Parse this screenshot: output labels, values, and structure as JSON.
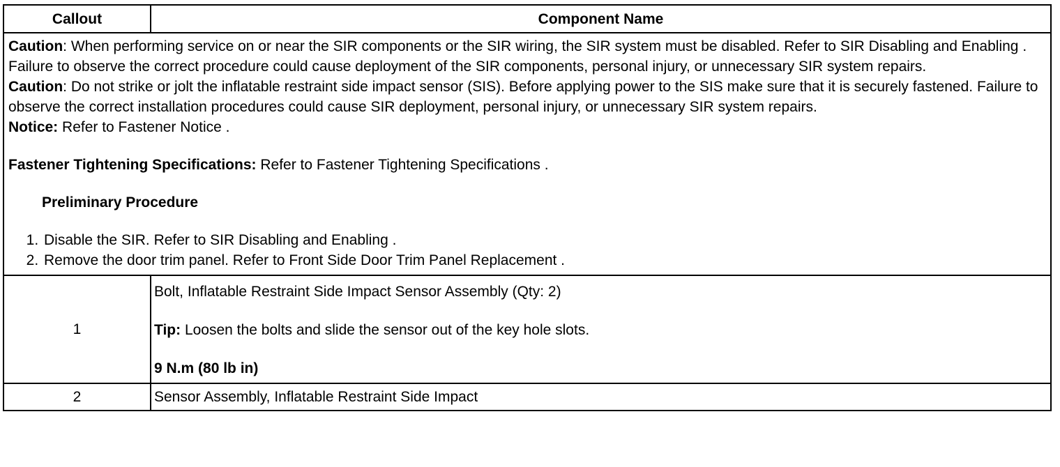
{
  "table": {
    "headers": [
      "Callout",
      "Component Name"
    ],
    "notes": {
      "caution1_label": "Caution",
      "caution1_text": ": When performing service on or near the SIR components or the SIR wiring, the SIR system must be disabled. Refer to SIR Disabling and Enabling . Failure to observe the correct procedure could cause deployment of the SIR components, personal injury, or unnecessary SIR system repairs.",
      "caution2_label": "Caution",
      "caution2_text": ": Do not strike or jolt the inflatable restraint side impact sensor (SIS). Before applying power to the SIS make sure that it is securely fastened. Failure to observe the correct installation procedures could cause SIR deployment, personal injury, or unnecessary SIR system repairs.",
      "notice_label": "Notice:",
      "notice_text": " Refer to Fastener Notice .",
      "fastener_label": "Fastener Tightening Specifications:",
      "fastener_text": " Refer to Fastener Tightening Specifications .",
      "procedure_title": "Preliminary Procedure",
      "steps": [
        "Disable the SIR. Refer to SIR Disabling and Enabling .",
        "Remove the door trim panel. Refer to Front Side Door Trim Panel Replacement ."
      ]
    },
    "rows": [
      {
        "callout": "1",
        "name": "Bolt, Inflatable Restraint Side Impact Sensor Assembly (Qty: 2)",
        "tip_label": "Tip:",
        "tip_text": " Loosen the bolts and slide the sensor out of the key hole slots.",
        "torque": "9 N.m (80 lb in)"
      },
      {
        "callout": "2",
        "name": "Sensor Assembly, Inflatable Restraint Side Impact"
      }
    ]
  }
}
